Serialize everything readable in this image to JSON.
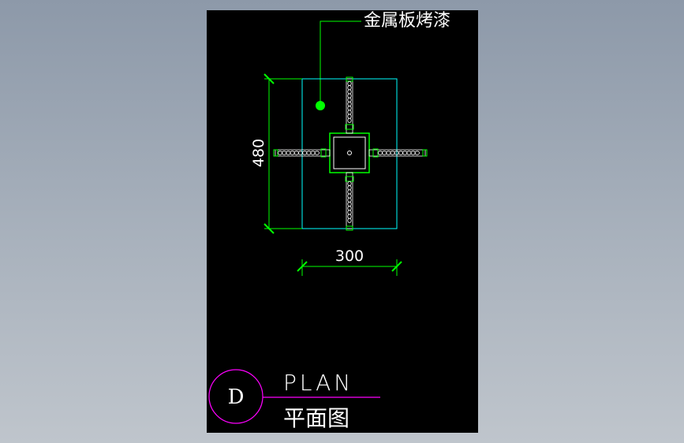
{
  "annotation": {
    "leader_label": "金属板烤漆"
  },
  "dimensions": {
    "height_value": "480",
    "width_value": "300"
  },
  "title_block": {
    "detail_letter": "D",
    "title_en": "PLAN",
    "title_cn": "平面图"
  },
  "colors": {
    "background": "#000000",
    "outline": "#00ffff",
    "dimension": "#00ff00",
    "fixture": "#ffffff",
    "title_accent": "#ff00ff",
    "text": "#ffffff"
  }
}
